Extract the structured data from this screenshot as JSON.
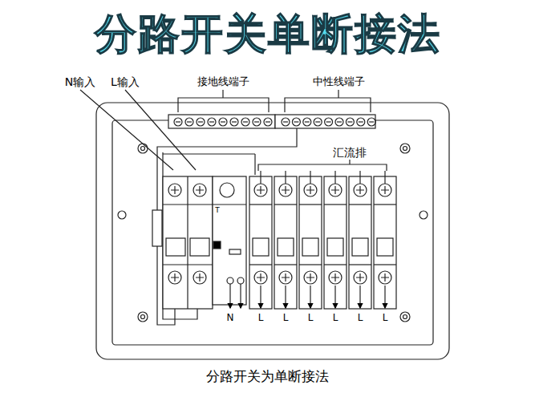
{
  "diagram": {
    "title": "分路开关单断接法",
    "caption": "分路开关为单断接法",
    "labels": [
      "N输入",
      "L输入",
      "接地线端子",
      "中性线端子",
      "汇流排",
      "T",
      "N",
      "L",
      "L",
      "L",
      "L",
      "L",
      "L"
    ]
  }
}
